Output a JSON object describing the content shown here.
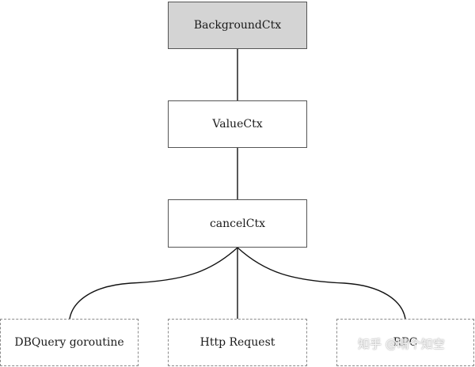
{
  "nodes": {
    "background": {
      "label": "BackgroundCtx",
      "fill": "#d4d4d4"
    },
    "value": {
      "label": "ValueCtx"
    },
    "cancel": {
      "label": "cancelCtx"
    },
    "dbquery": {
      "label": "DBQuery goroutine"
    },
    "http": {
      "label": "Http Request"
    },
    "rpc": {
      "label": "RPC"
    }
  },
  "edges": [
    {
      "from": "BackgroundCtx",
      "to": "ValueCtx"
    },
    {
      "from": "ValueCtx",
      "to": "cancelCtx"
    },
    {
      "from": "cancelCtx",
      "to": "DBQuery goroutine"
    },
    {
      "from": "cancelCtx",
      "to": "Http Request"
    },
    {
      "from": "cancelCtx",
      "to": "RPC"
    }
  ],
  "watermark": "知乎 @晴个知空"
}
